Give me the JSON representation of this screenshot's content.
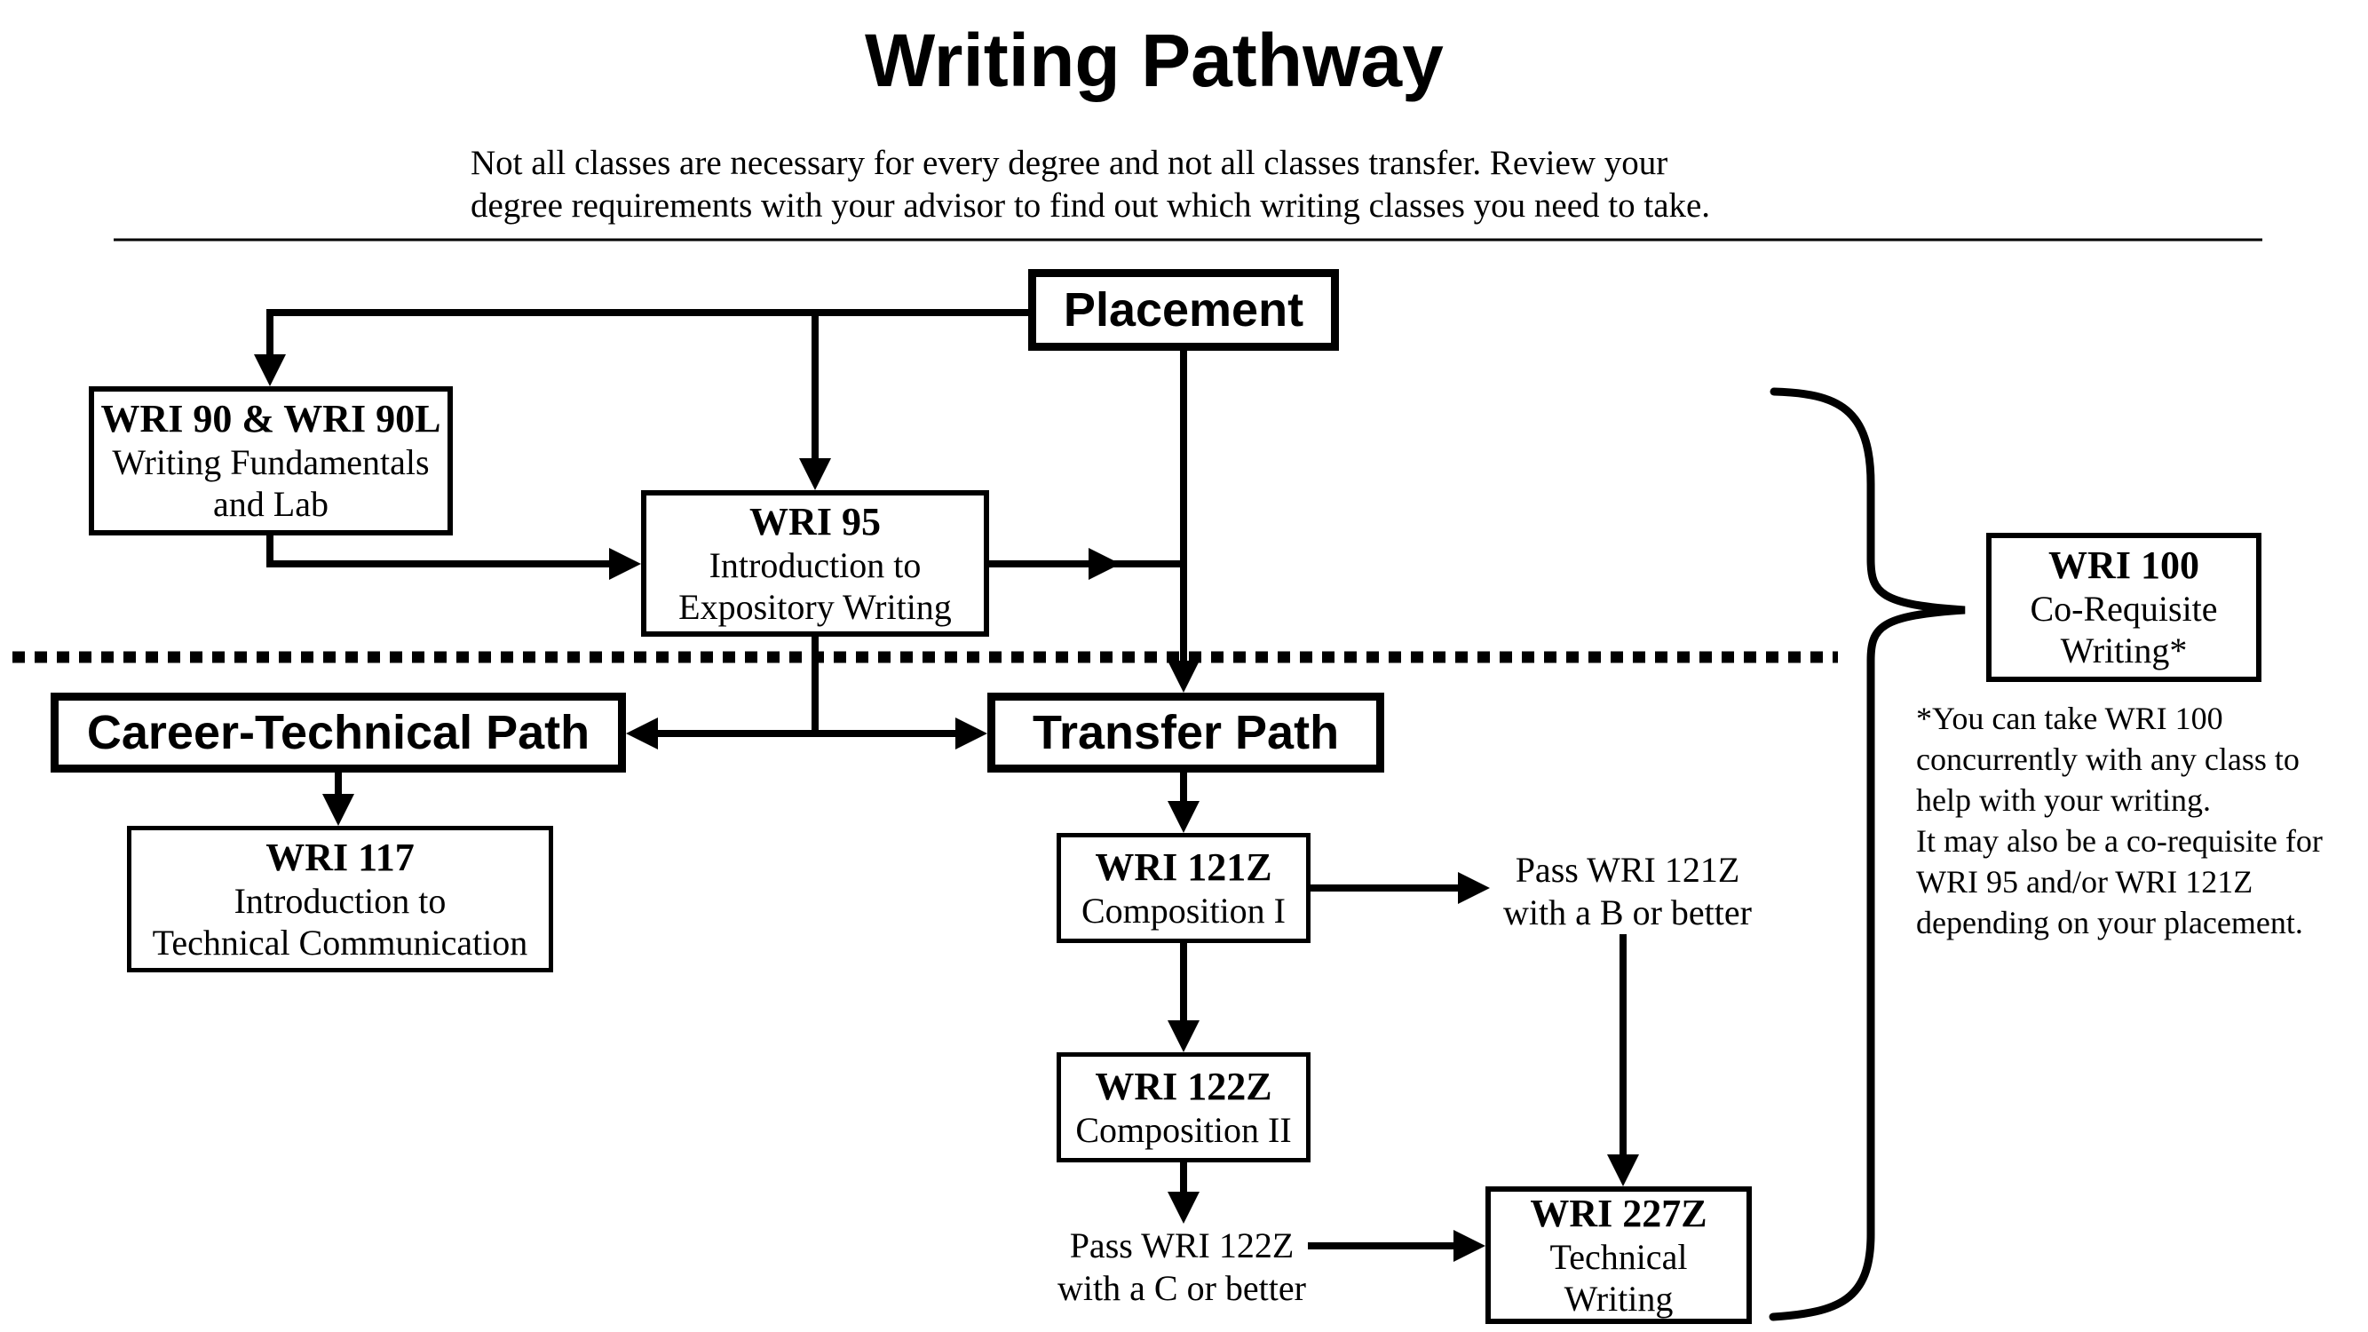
{
  "colors": {
    "ink": "#000000",
    "background": "#ffffff",
    "rule": "#4a4a4a"
  },
  "header": {
    "title": "Writing Pathway",
    "subtitle_line1": "Not all classes are necessary for every degree and not all classes transfer. Review your",
    "subtitle_line2": "degree requirements with your advisor to find out which writing classes you need to take."
  },
  "nodes": {
    "placement": {
      "label": "Placement"
    },
    "career_path": {
      "label": "Career-Technical Path"
    },
    "transfer_path": {
      "label": "Transfer Path"
    },
    "wri90": {
      "code": "WRI 90 & WRI 90L",
      "line1": "Writing Fundamentals",
      "line2": "and Lab"
    },
    "wri95": {
      "code": "WRI 95",
      "line1": "Introduction to",
      "line2": "Expository Writing"
    },
    "wri117": {
      "code": "WRI 117",
      "line1": "Introduction to",
      "line2": "Technical Communication"
    },
    "wri121z": {
      "code": "WRI 121Z",
      "line1": "Composition I"
    },
    "wri122z": {
      "code": "WRI 122Z",
      "line1": "Composition II"
    },
    "wri227z": {
      "code": "WRI 227Z",
      "line1": "Technical",
      "line2": "Writing"
    },
    "wri100": {
      "code": "WRI 100",
      "line1": "Co-Requisite",
      "line2": "Writing*"
    }
  },
  "annotations": {
    "pass121_line1": "Pass WRI 121Z",
    "pass121_line2": "with a B or better",
    "pass122_line1": "Pass WRI 122Z",
    "pass122_line2": "with a C or better"
  },
  "footnote": {
    "line1": "*You can take WRI 100",
    "line2": "concurrently with any class to",
    "line3": "help with your writing.",
    "line4": "It may also be a co-requisite for",
    "line5": "WRI 95 and/or WRI 121Z",
    "line6": "depending on your placement."
  }
}
